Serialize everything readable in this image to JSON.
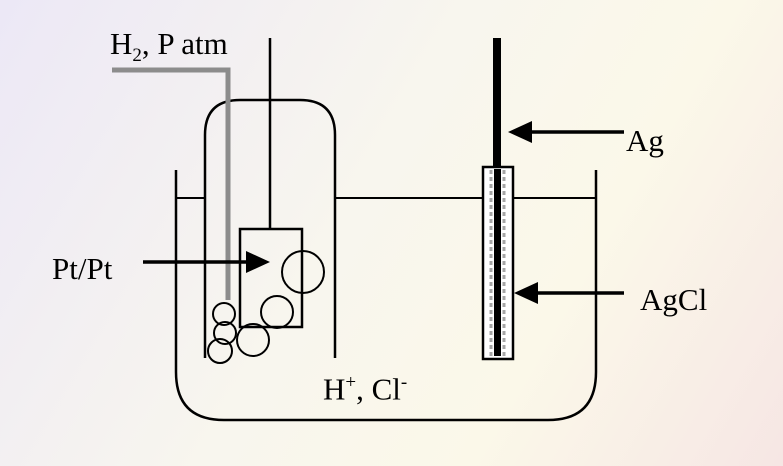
{
  "labels": {
    "h2_symbol": "H",
    "h2_subscript": "2",
    "h2_rest": ", P atm",
    "ag": "Ag",
    "agcl": "AgCl",
    "pt": "Pt/Pt",
    "h_symbol": "H",
    "h_charge": "+",
    "cl_part": ", Cl",
    "cl_charge": "-"
  },
  "colors": {
    "line": "#000000",
    "gas_tube": "#8c8c8c",
    "agcl_coating": "#a6a6a6",
    "background_start": "#ece8f6",
    "background_end": "#f6e6e4"
  }
}
